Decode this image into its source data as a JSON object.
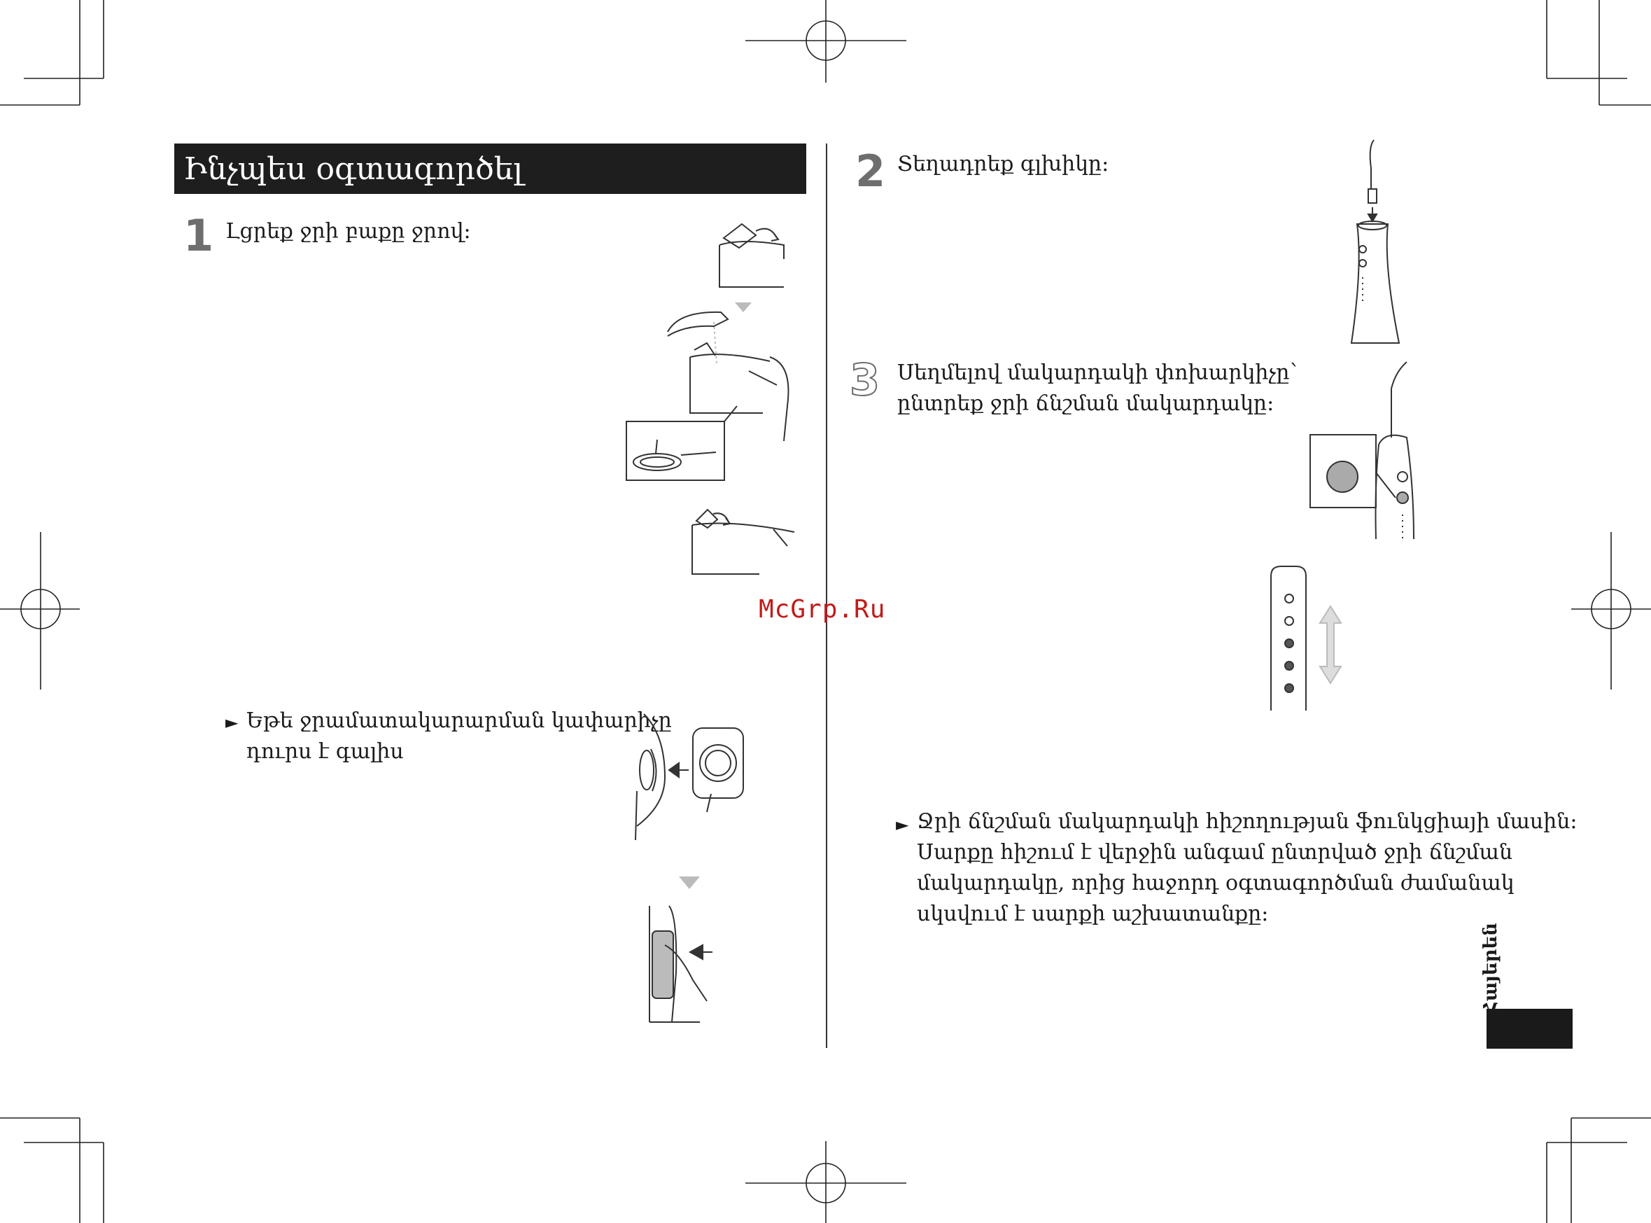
{
  "section_title": "Ինչպես օգտագործել",
  "steps": [
    {
      "number": "1",
      "text": "Լցրեք ջրի բաքը ջրով:"
    },
    {
      "number": "2",
      "text": "Տեղադրեք գլխիկը:"
    },
    {
      "number": "3",
      "text_line1": "Սեղմելով մակարդակի փոխարկիչը՝",
      "text_line2": "ընտրեք ջրի ճնշման մակարդակը:"
    }
  ],
  "note_left": {
    "line1": "Եթե ջրամատակարարման կափարիչը",
    "line2": "դուրս է գալիս"
  },
  "note_right": {
    "line1": "Ջրի ճնշման մակարդակի հիշողության ֆունկցիայի մասին:",
    "line2": "Սարքը հիշում է վերջին անգամ ընտրված ջրի ճնշման",
    "line3": "մակարդակը, որից հաջորդ օգտագործման ժամանակ",
    "line4": "սկսվում է սարքի աշխատանքը:"
  },
  "bullet": "►",
  "watermark": "McGrp.Ru",
  "side_label": "Հայերեն",
  "icons": [
    "crop-mark",
    "registration-mark",
    "triangle-down-icon",
    "arrow-left-icon",
    "arrow-up-down-icon"
  ],
  "colors": {
    "section_bar": "#1e1e1e",
    "step_number": "#6e6e6e",
    "watermark": "#c21a1a",
    "tab": "#1a1a1a"
  }
}
